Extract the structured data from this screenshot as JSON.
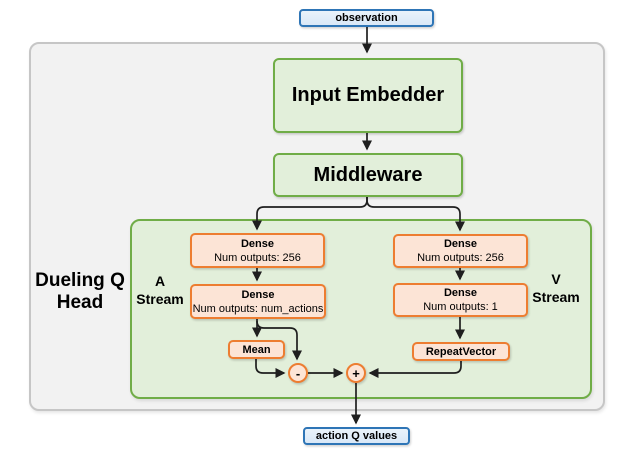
{
  "colors": {
    "canvas_bg": "#ffffff",
    "outer_box_fill": "#f2f2f2",
    "outer_box_border": "#c6c6c6",
    "green_fill": "#e2efda",
    "green_border": "#70ad47",
    "orange_fill": "#fce4d6",
    "orange_border": "#ed7d31",
    "blue_fill": "#d9e8f7",
    "blue_border": "#2e75b6",
    "arrow": "#1f1f1f",
    "text": "#000000"
  },
  "nodes": {
    "observation": {
      "label": "observation"
    },
    "input_embedder": {
      "label": "Input Embedder"
    },
    "middleware": {
      "label": "Middleware"
    },
    "action_q_values": {
      "label": "action Q values"
    }
  },
  "dueling_head": {
    "label_line1": "Dueling Q",
    "label_line2": "Head",
    "a_stream": {
      "label_line1": "A",
      "label_line2": "Stream",
      "dense1_title": "Dense",
      "dense1_subtitle": "Num outputs: 256",
      "dense2_title": "Dense",
      "dense2_subtitle": "Num outputs: num_actions",
      "mean_label": "Mean",
      "minus_label": "-"
    },
    "v_stream": {
      "label_line1": "V",
      "label_line2": "Stream",
      "dense1_title": "Dense",
      "dense1_subtitle": "Num outputs: 256",
      "dense2_title": "Dense",
      "dense2_subtitle": "Num outputs: 1",
      "repeat_vector_label": "RepeatVector",
      "plus_label": "+"
    }
  }
}
